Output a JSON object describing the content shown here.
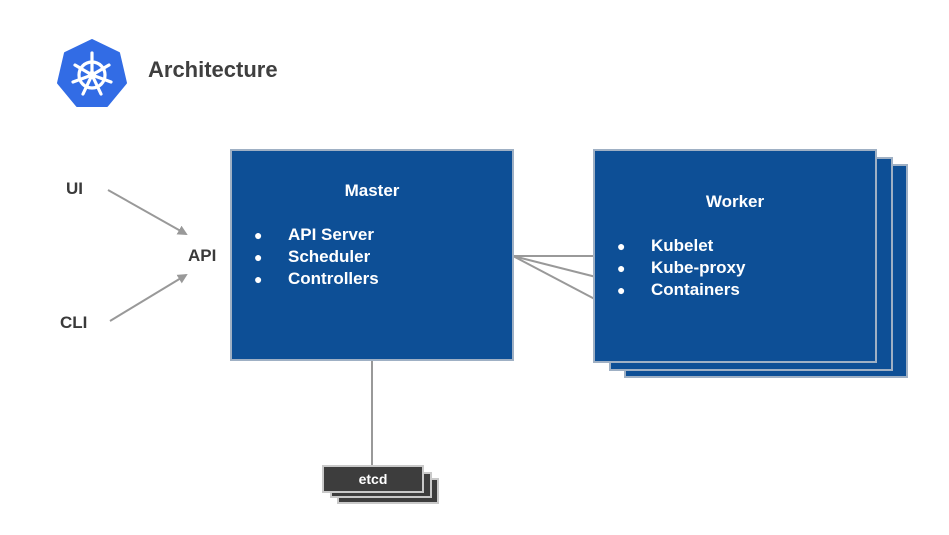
{
  "header": {
    "title": "Architecture",
    "logo_icon": "kubernetes-helm-wheel-icon",
    "logo_color": "#326ce5"
  },
  "clients": {
    "ui_label": "UI",
    "cli_label": "CLI",
    "api_label": "API"
  },
  "master": {
    "title": "Master",
    "items": [
      "API Server",
      "Scheduler",
      "Controllers"
    ]
  },
  "worker": {
    "title": "Worker",
    "items": [
      "Kubelet",
      "Kube-proxy",
      "Containers"
    ]
  },
  "etcd": {
    "label": "etcd"
  },
  "colors": {
    "box_fill": "#0d4f96",
    "box_border": "#9fb0c4",
    "etcd_fill": "#3d3d3d",
    "connector": "#999999",
    "text_dark": "#3f3f3f"
  },
  "bullet_glyph": "●"
}
